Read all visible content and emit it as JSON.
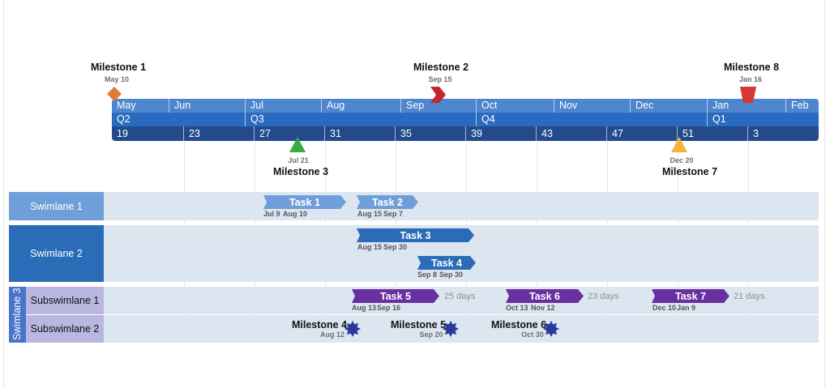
{
  "timeline": {
    "months": [
      "May",
      "Jun",
      "Jul",
      "Aug",
      "Sep",
      "Oct",
      "Nov",
      "Dec",
      "Jan",
      "Feb"
    ],
    "quarters": [
      "Q2",
      "Q3",
      "Q4",
      "Q1"
    ],
    "weeks": [
      "19",
      "23",
      "27",
      "31",
      "35",
      "39",
      "43",
      "47",
      "51",
      "3"
    ]
  },
  "milestones_top": [
    {
      "label": "Milestone 1",
      "date": "May 10",
      "color": "#e07a3c",
      "shape": "diamond"
    },
    {
      "label": "Milestone 2",
      "date": "Sep 15",
      "color": "#c0282d",
      "shape": "chevron"
    },
    {
      "label": "Milestone 8",
      "date": "Jan 16",
      "color": "#d93636",
      "shape": "trapezoid"
    }
  ],
  "milestones_bottom": [
    {
      "label": "Milestone 3",
      "date": "Jul 21",
      "color": "#3eaa46",
      "shape": "triangle"
    },
    {
      "label": "Milestone 7",
      "date": "Dec 20",
      "color": "#f2b53a",
      "shape": "triangle"
    }
  ],
  "swimlanes": [
    {
      "label": "Swimlane 1",
      "color": "#6f9fd8"
    },
    {
      "label": "Swimlane 2",
      "color": "#2b6cb8"
    },
    {
      "label": "Swimlane 3",
      "color": "#4a73c9",
      "sublanes": [
        "Subswimlane 1",
        "Subswimlane 2"
      ],
      "sublane_color": "#b9b6e0"
    }
  ],
  "tasks": [
    {
      "label": "Task 1",
      "start": "Jul 9",
      "end": "Aug 10",
      "color": "#6f9fd8"
    },
    {
      "label": "Task 2",
      "start": "Aug 15",
      "end": "Sep 7",
      "color": "#6f9fd8"
    },
    {
      "label": "Task 3",
      "start": "Aug 15",
      "end": "Sep 30",
      "color": "#2b6cb8"
    },
    {
      "label": "Task 4",
      "start": "Sep 8",
      "end": "Sep 30",
      "color": "#2b6cb8"
    },
    {
      "label": "Task 5",
      "start": "Aug 13",
      "end": "Sep 16",
      "duration": "25 days",
      "color": "#6a2fa0"
    },
    {
      "label": "Task 6",
      "start": "Oct 13",
      "end": "Nov 12",
      "duration": "23 days",
      "color": "#6a2fa0"
    },
    {
      "label": "Task 7",
      "start": "Dec 10",
      "end": "Jan 9",
      "duration": "21 days",
      "color": "#6a2fa0"
    }
  ],
  "lane_milestones": [
    {
      "label": "Milestone 4",
      "date": "Aug 12",
      "color": "#2a3a9c"
    },
    {
      "label": "Milestone 5",
      "date": "Sep 20",
      "color": "#2a3a9c"
    },
    {
      "label": "Milestone 6",
      "date": "Oct 30",
      "color": "#2a3a9c"
    }
  ],
  "colors": {
    "months_row": "#4d86cf",
    "quarters_row": "#2b6bbf",
    "weeks_row": "#234b8c",
    "lane_background": "#dce6f1"
  }
}
